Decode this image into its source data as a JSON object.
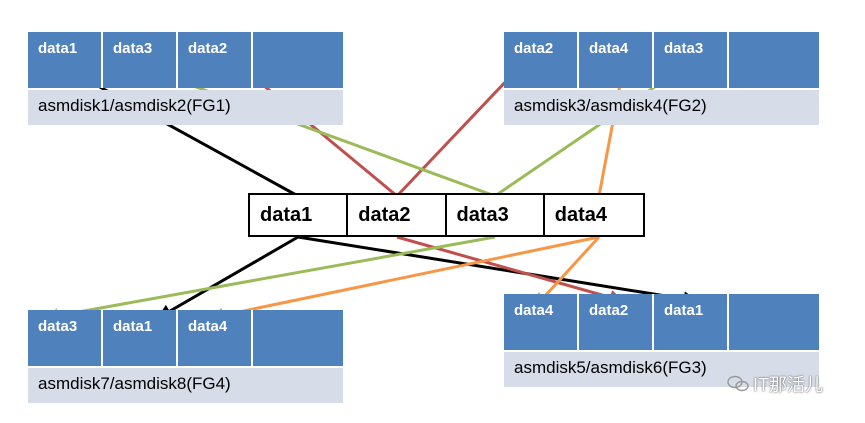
{
  "colors": {
    "cell_blue": "#4f81bd",
    "label_bg": "#d6dce8",
    "black_arrow": "#000000",
    "red_arrow": "#c0504d",
    "green_arrow": "#9bbb59",
    "orange_arrow": "#f79646"
  },
  "groups": {
    "fg1": {
      "cells": [
        "data1",
        "data3",
        "data2",
        ""
      ],
      "label": "asmdisk1/asmdisk2(FG1)"
    },
    "fg2": {
      "cells": [
        "data2",
        "data4",
        "data3",
        ""
      ],
      "label": "asmdisk3/asmdisk4(FG2)"
    },
    "fg3": {
      "cells": [
        "data4",
        "data2",
        "data1",
        ""
      ],
      "label": "asmdisk5/asmdisk6(FG3)"
    },
    "fg4": {
      "cells": [
        "data3",
        "data1",
        "data4",
        ""
      ],
      "label": "asmdisk7/asmdisk8(FG4)"
    }
  },
  "center": {
    "cells": [
      "data1",
      "data2",
      "data3",
      "data4"
    ]
  },
  "watermark": {
    "text": "IT那活儿"
  }
}
